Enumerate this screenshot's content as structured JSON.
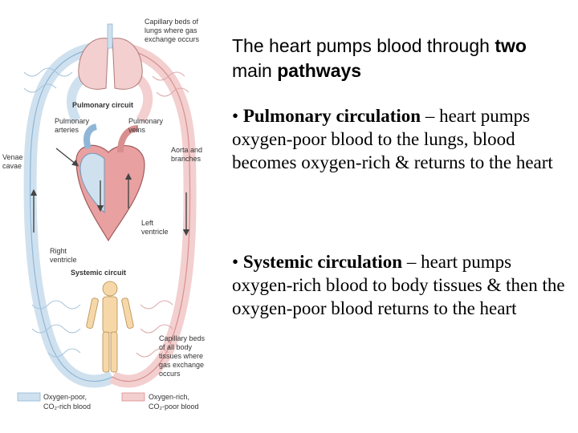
{
  "title": {
    "part1": "The heart pumps blood through ",
    "part2": "two",
    "part3": " main ",
    "part4": "pathways"
  },
  "bullets": [
    {
      "marker": "• ",
      "term": "Pulmonary circulation",
      "text": " – heart pumps oxygen-poor blood to the lungs, blood becomes oxygen-rich & returns to the heart"
    },
    {
      "marker": "• ",
      "term": "Systemic circulation",
      "text": " – heart pumps oxygen-rich blood to body tissues & then the oxygen-poor blood returns to the heart"
    }
  ],
  "diagram": {
    "lung_caption": [
      "Capillary beds of",
      "lungs where gas",
      "exchange occurs"
    ],
    "pulmonary_circuit": "Pulmonary circuit",
    "pulmonary_arteries": [
      "Pulmonary",
      "arteries"
    ],
    "pulmonary_veins": [
      "Pulmonary",
      "veins"
    ],
    "venae_cavae": [
      "Venae",
      "cavae"
    ],
    "aorta": [
      "Aorta and",
      "branches"
    ],
    "left_ventricle": [
      "Left",
      "ventricle"
    ],
    "right_ventricle": [
      "Right",
      "ventricle"
    ],
    "systemic_circuit": "Systemic circuit",
    "tissue_caption": [
      "Capillary beds",
      "of all body",
      "tissues where",
      "gas exchange",
      "occurs"
    ],
    "legend_poor": [
      "Oxygen-poor,",
      "CO₂-rich blood"
    ],
    "legend_rich": [
      "Oxygen-rich,",
      "CO₂-poor blood"
    ]
  },
  "colors": {
    "oxygen_poor": "#cfe1ef",
    "oxygen_poor_dark": "#8fb6d6",
    "oxygen_rich": "#f3cfcf",
    "oxygen_rich_dark": "#d98f8f",
    "heart": "#e9a0a0",
    "body": "#f6d8a8"
  }
}
